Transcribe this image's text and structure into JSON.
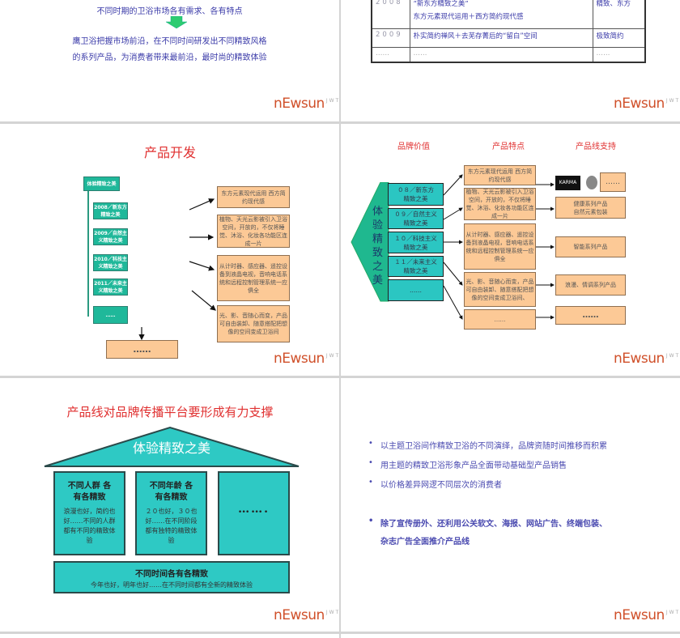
{
  "slide1": {
    "line1": "不同时期的卫浴市场各有需求、各有特点",
    "line2": "鹰卫浴把握市场前沿，在不同时间研发出不同精致风格",
    "line3": "的系列产品，为消费者带来最前沿，最时尚的精致体验",
    "arrow_color": "#2ecc71"
  },
  "logo": {
    "text": "nEwsun",
    "sup": "JWT"
  },
  "slide2": {
    "rows": [
      {
        "year": "2008",
        "desc1": "“新东方精致之美”",
        "desc2": "东方元素现代运用＋西方简约现代感",
        "style": "精致、东方"
      },
      {
        "year": "2009",
        "desc1": "朴实简约禅风＋去芜存菁后的“留白”空间",
        "desc2": "",
        "style": "极致简约"
      },
      {
        "year": "……",
        "desc1": "……",
        "desc2": "",
        "style": "……"
      }
    ]
  },
  "slide3": {
    "title": "产品开发",
    "root": "体验精致之美",
    "nodes": [
      "2008／新东方精致之美",
      "2009／自然主义精致之美",
      "2010／科技主义精致之美",
      "2011／未来主义精致之美",
      "……"
    ],
    "bottom": "……",
    "features": [
      "东方元素现代运用 西方简约现代感",
      "植物、天光云影被引入卫浴空间，开放的，不仅将睡觉、沐浴、化妆各功能区连成一片",
      "从计时器、感应器、遥控设备到液晶电视，音响电话系统和远程控制管理系统一应俱全",
      "光、影、音随心而变，产品可自由装卸、随意搭配把想像的空间变成卫浴间"
    ]
  },
  "slide4": {
    "headers": [
      "品牌价值",
      "产品特点",
      "产品线支持"
    ],
    "brand": "体验精致之美",
    "values": [
      "０８／新东方精致之美",
      "０９／自然主义精致之美",
      "１０／科技主义精致之美",
      "１１／未来主义精致之美",
      "……"
    ],
    "features": [
      "东方元素现代运用 西方简约现代感",
      "植物、天光云影被引入卫浴空间，开放的，不仅将睡觉、沐浴、化妆各功能区连成一片",
      "从计时器、感应器、遥控设备到液晶电视，音响电话系统和远程控制管理系统一应俱全",
      "光、影、音随心而变，产品可自由装卸、随意搭配把想像的空间变成卫浴间、",
      "……"
    ],
    "lines": {
      "karma": "KARMA",
      "first_more": "……",
      "l2": "健康系列产品 自然元素包装",
      "l3": "智能系列产品",
      "l4": "浪漫、情调系列产品",
      "l5": "……"
    }
  },
  "slide5": {
    "title": "产品线对品牌传播平台要形成有力支撑",
    "roof": "体验精致之美",
    "box1": {
      "title": "不同人群 各有各精致",
      "body": "浪漫也好，简约也好……不同的人群都有不同的精致体验"
    },
    "box2": {
      "title": "不同年龄 各有各精致",
      "body": "２０也好，３０也好……在不同阶段都有独特的精致体验"
    },
    "box3": {
      "title": "……."
    },
    "base": {
      "title": "不同时间各有各精致",
      "body": "今年也好，明年也好……在不同时间都有全新的精致体验"
    }
  },
  "slide6": {
    "bullets": [
      "以主题卫浴间作精致卫浴的不同演绎，品牌资随时间推移而积累",
      "用主题的精致卫浴形象产品全面带动基础型产品销售",
      "以价格差异网逻不同层次的消费者"
    ],
    "bold_bullet": [
      "除了宣传册外、还利用公关软文、海报、网站广告、终端包装、",
      "杂志广告全面推介产品线"
    ]
  },
  "colors": {
    "teal": "#2ec9c4",
    "green": "#1fb89a",
    "orange": "#fcc996",
    "title_red": "#e03030",
    "text_blue": "#3a3aa8"
  }
}
